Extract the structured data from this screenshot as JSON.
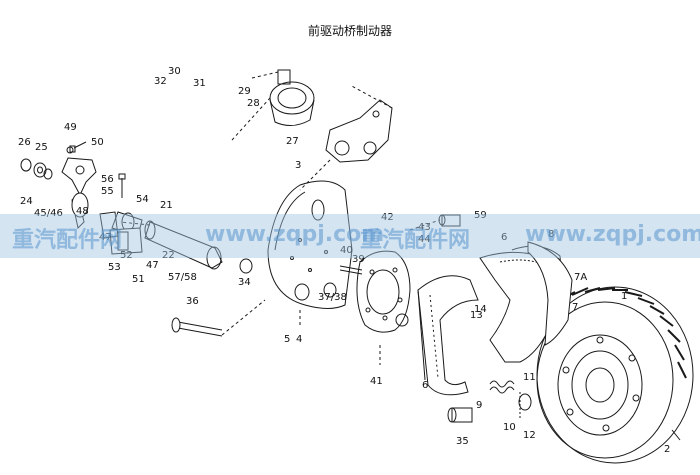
{
  "title": "前驱动桥制动器",
  "watermark": {
    "left": "重汽配件网",
    "mid": "www.zqpj.com",
    "right": "重汽配件网",
    "url": "www.zqpj.com"
  },
  "callouts": [
    "32",
    "30",
    "31",
    "29",
    "28",
    "27",
    "3",
    "49",
    "50",
    "26",
    "25",
    "24",
    "45/46",
    "56",
    "55",
    "54",
    "21",
    "48",
    "47",
    "52",
    "53",
    "51",
    "47",
    "22",
    "57/58",
    "40",
    "39",
    "34",
    "37/38",
    "42",
    "43",
    "44",
    "59",
    "6",
    "8",
    "7A",
    "7",
    "1",
    "36",
    "5",
    "4",
    "41",
    "14",
    "13",
    "6",
    "9",
    "10",
    "11",
    "12",
    "2",
    "35"
  ],
  "colors": {
    "ink": "#1a1a1a",
    "watermark_band": "#a0c3e1"
  }
}
